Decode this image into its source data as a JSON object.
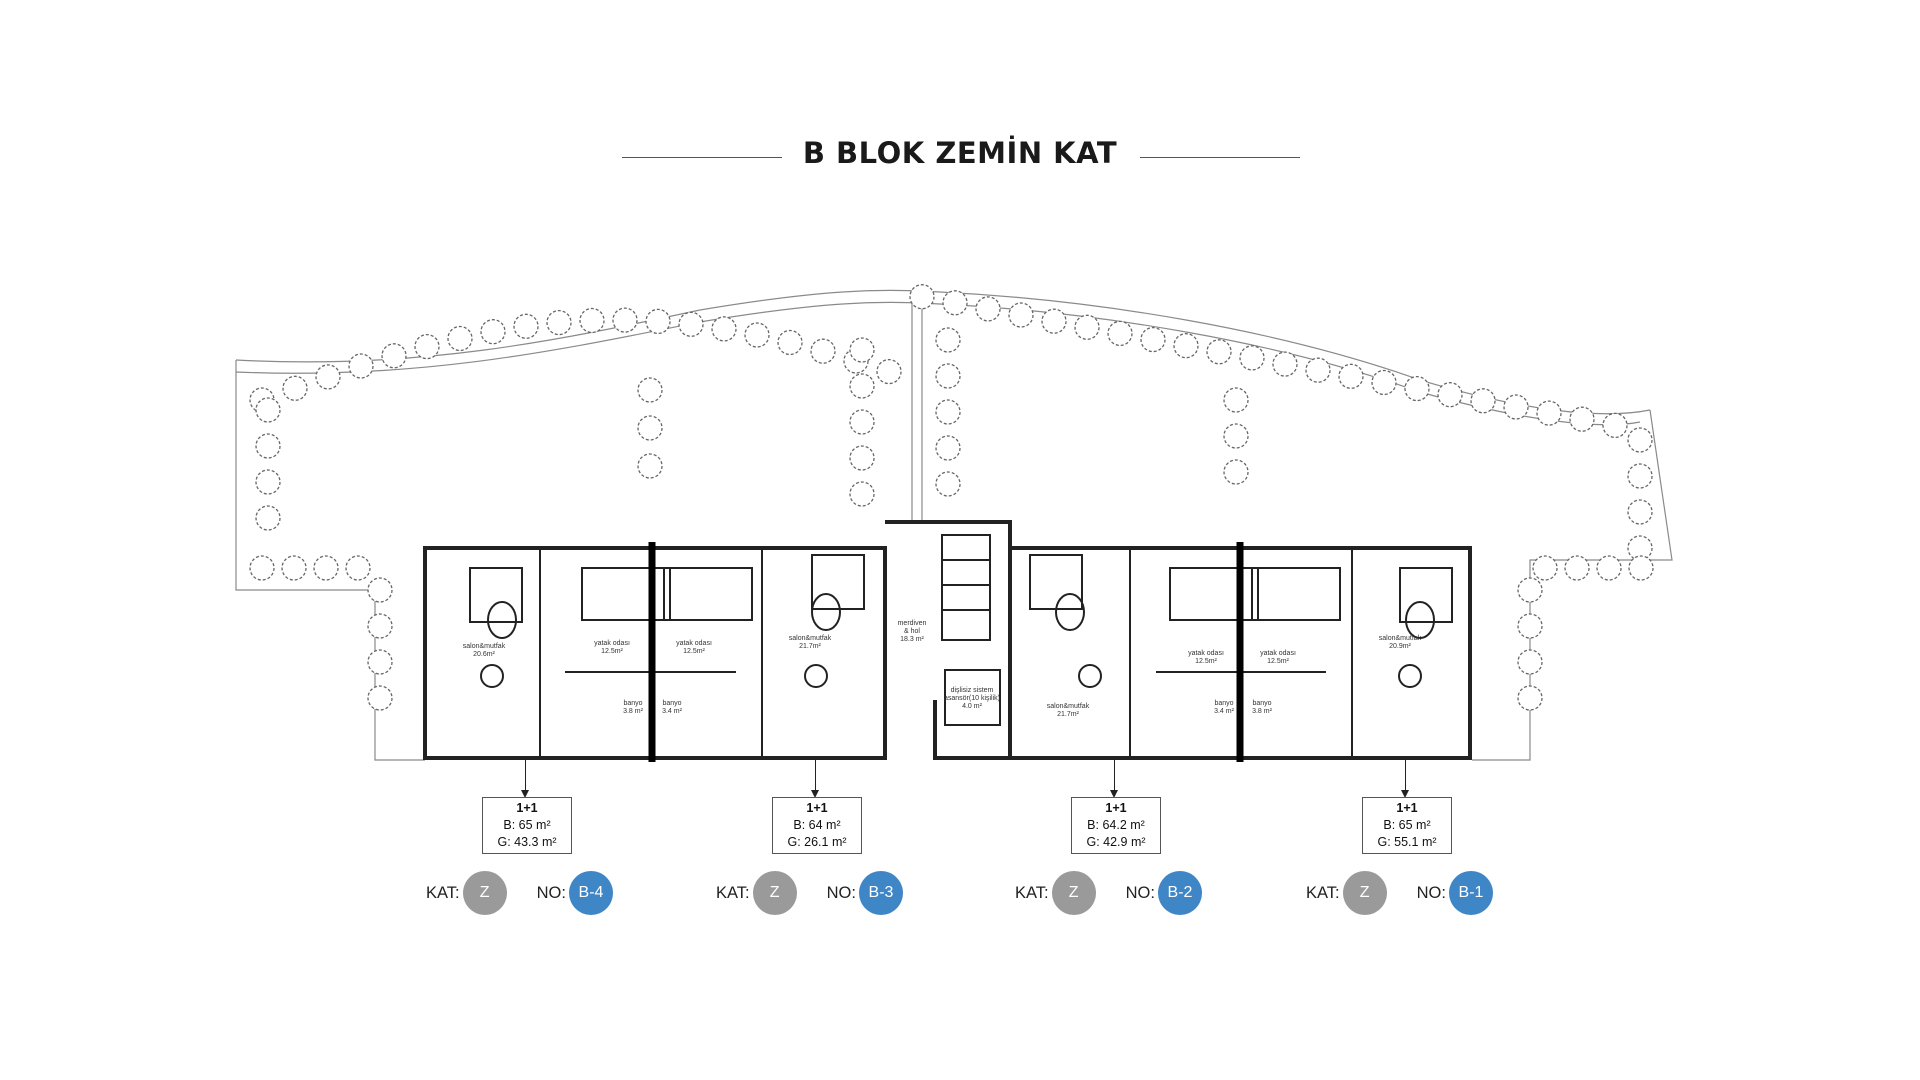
{
  "title": "B BLOK ZEMİN KAT",
  "colors": {
    "kat_circle": "#9a9a9a",
    "no_circle": "#3f86c7",
    "lines": "#222222"
  },
  "rooms": {
    "b4_salon": "salon&mutfak",
    "b4_salon_area": "20.6m²",
    "b4_yatak": "yatak odası",
    "b4_yatak_area": "12.5m²",
    "b4_banyo": "banyo",
    "b4_banyo_area": "3.8 m²",
    "b3_yatak": "yatak odası",
    "b3_yatak_area": "12.5m²",
    "b3_banyo": "banyo",
    "b3_banyo_area": "3.4 m²",
    "b3_salon": "salon&mutfak",
    "b3_salon_area": "21.7m²",
    "stair": "merdiven",
    "stair2": "& hol",
    "stair_area": "18.3 m²",
    "elev": "dişlisiz sistem",
    "elev2": "asansör(10 kişilik)",
    "elev_area": "4.0 m²",
    "b2_salon": "salon&mutfak",
    "b2_salon_area": "21.7m²",
    "b2_yatak": "yatak odası",
    "b2_yatak_area": "12.5m²",
    "b2_banyo": "banyo",
    "b2_banyo_area": "3.4 m²",
    "b1_yatak": "yatak odası",
    "b1_yatak_area": "12.5m²",
    "b1_banyo": "banyo",
    "b1_banyo_area": "3.8 m²",
    "b1_salon": "salon&mutfak",
    "b1_salon_area": "20.9m²"
  },
  "units": [
    {
      "type": "1+1",
      "brut": "B: 65 m²",
      "garden": "G: 43.3 m²",
      "kat_label": "KAT:",
      "kat": "Z",
      "no_label": "NO:",
      "no": "B-4"
    },
    {
      "type": "1+1",
      "brut": "B: 64 m²",
      "garden": "G: 26.1 m²",
      "kat_label": "KAT:",
      "kat": "Z",
      "no_label": "NO:",
      "no": "B-3"
    },
    {
      "type": "1+1",
      "brut": "B: 64.2 m²",
      "garden": "G: 42.9 m²",
      "kat_label": "KAT:",
      "kat": "Z",
      "no_label": "NO:",
      "no": "B-2"
    },
    {
      "type": "1+1",
      "brut": "B: 65 m²",
      "garden": "G: 55.1 m²",
      "kat_label": "KAT:",
      "kat": "Z",
      "no_label": "NO:",
      "no": "B-1"
    }
  ]
}
